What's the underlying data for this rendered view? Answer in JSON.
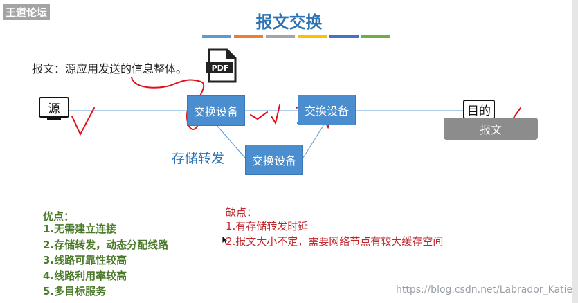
{
  "watermark_top": "王道论坛",
  "title": "报文交换",
  "color_bars": [
    "#5b9bd5",
    "#ed7d31",
    "#a5a5a5",
    "#ffc000",
    "#4472c4",
    "#70ad47"
  ],
  "definition": "报文：源应用发送的信息整体。",
  "pdf_label": "PDF",
  "source_label": "源",
  "destination_label": "目的",
  "message_label": "报文",
  "switches": [
    "交换设备",
    "交换设备",
    "交换设备"
  ],
  "store_forward": "存储转发",
  "pros": {
    "heading": "优点：",
    "items": [
      "1.无需建立连接",
      "2.存储转发，动态分配线路",
      "3.线路可靠性较高",
      "4.线路利用率较高",
      "5.多目标服务"
    ]
  },
  "cons": {
    "heading": "缺点：",
    "items": [
      "1.有存储转发时延",
      "2.报文大小不定，需要网络节点有较大缓存空间"
    ]
  },
  "watermark_bottom": "https://blog.csdn.net/Labrador_Katie",
  "annotation_color": "#e0101a",
  "link_color": "#5b9bd5"
}
